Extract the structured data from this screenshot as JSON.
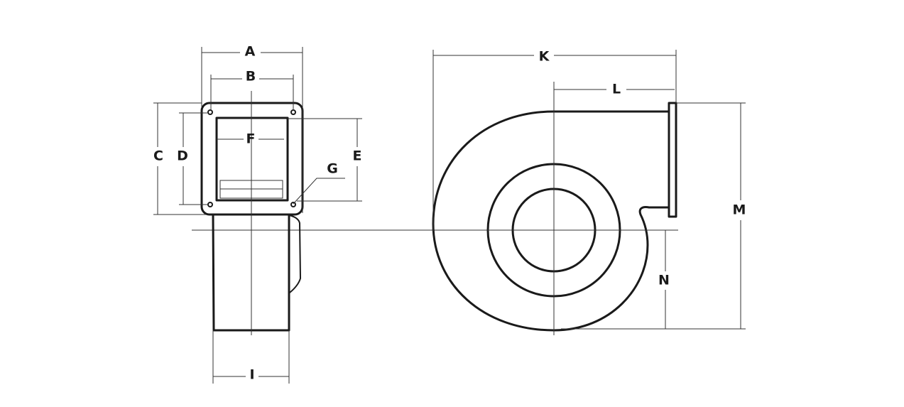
{
  "diagram": {
    "title": "Centrifugal blower dimension drawing",
    "labels": {
      "A": "A",
      "B": "B",
      "C": "C",
      "D": "D",
      "E": "E",
      "F": "F",
      "G": "G",
      "I": "I",
      "K": "K",
      "L": "L",
      "M": "M",
      "N": "N"
    },
    "line_color": "#1a1a1a"
  }
}
